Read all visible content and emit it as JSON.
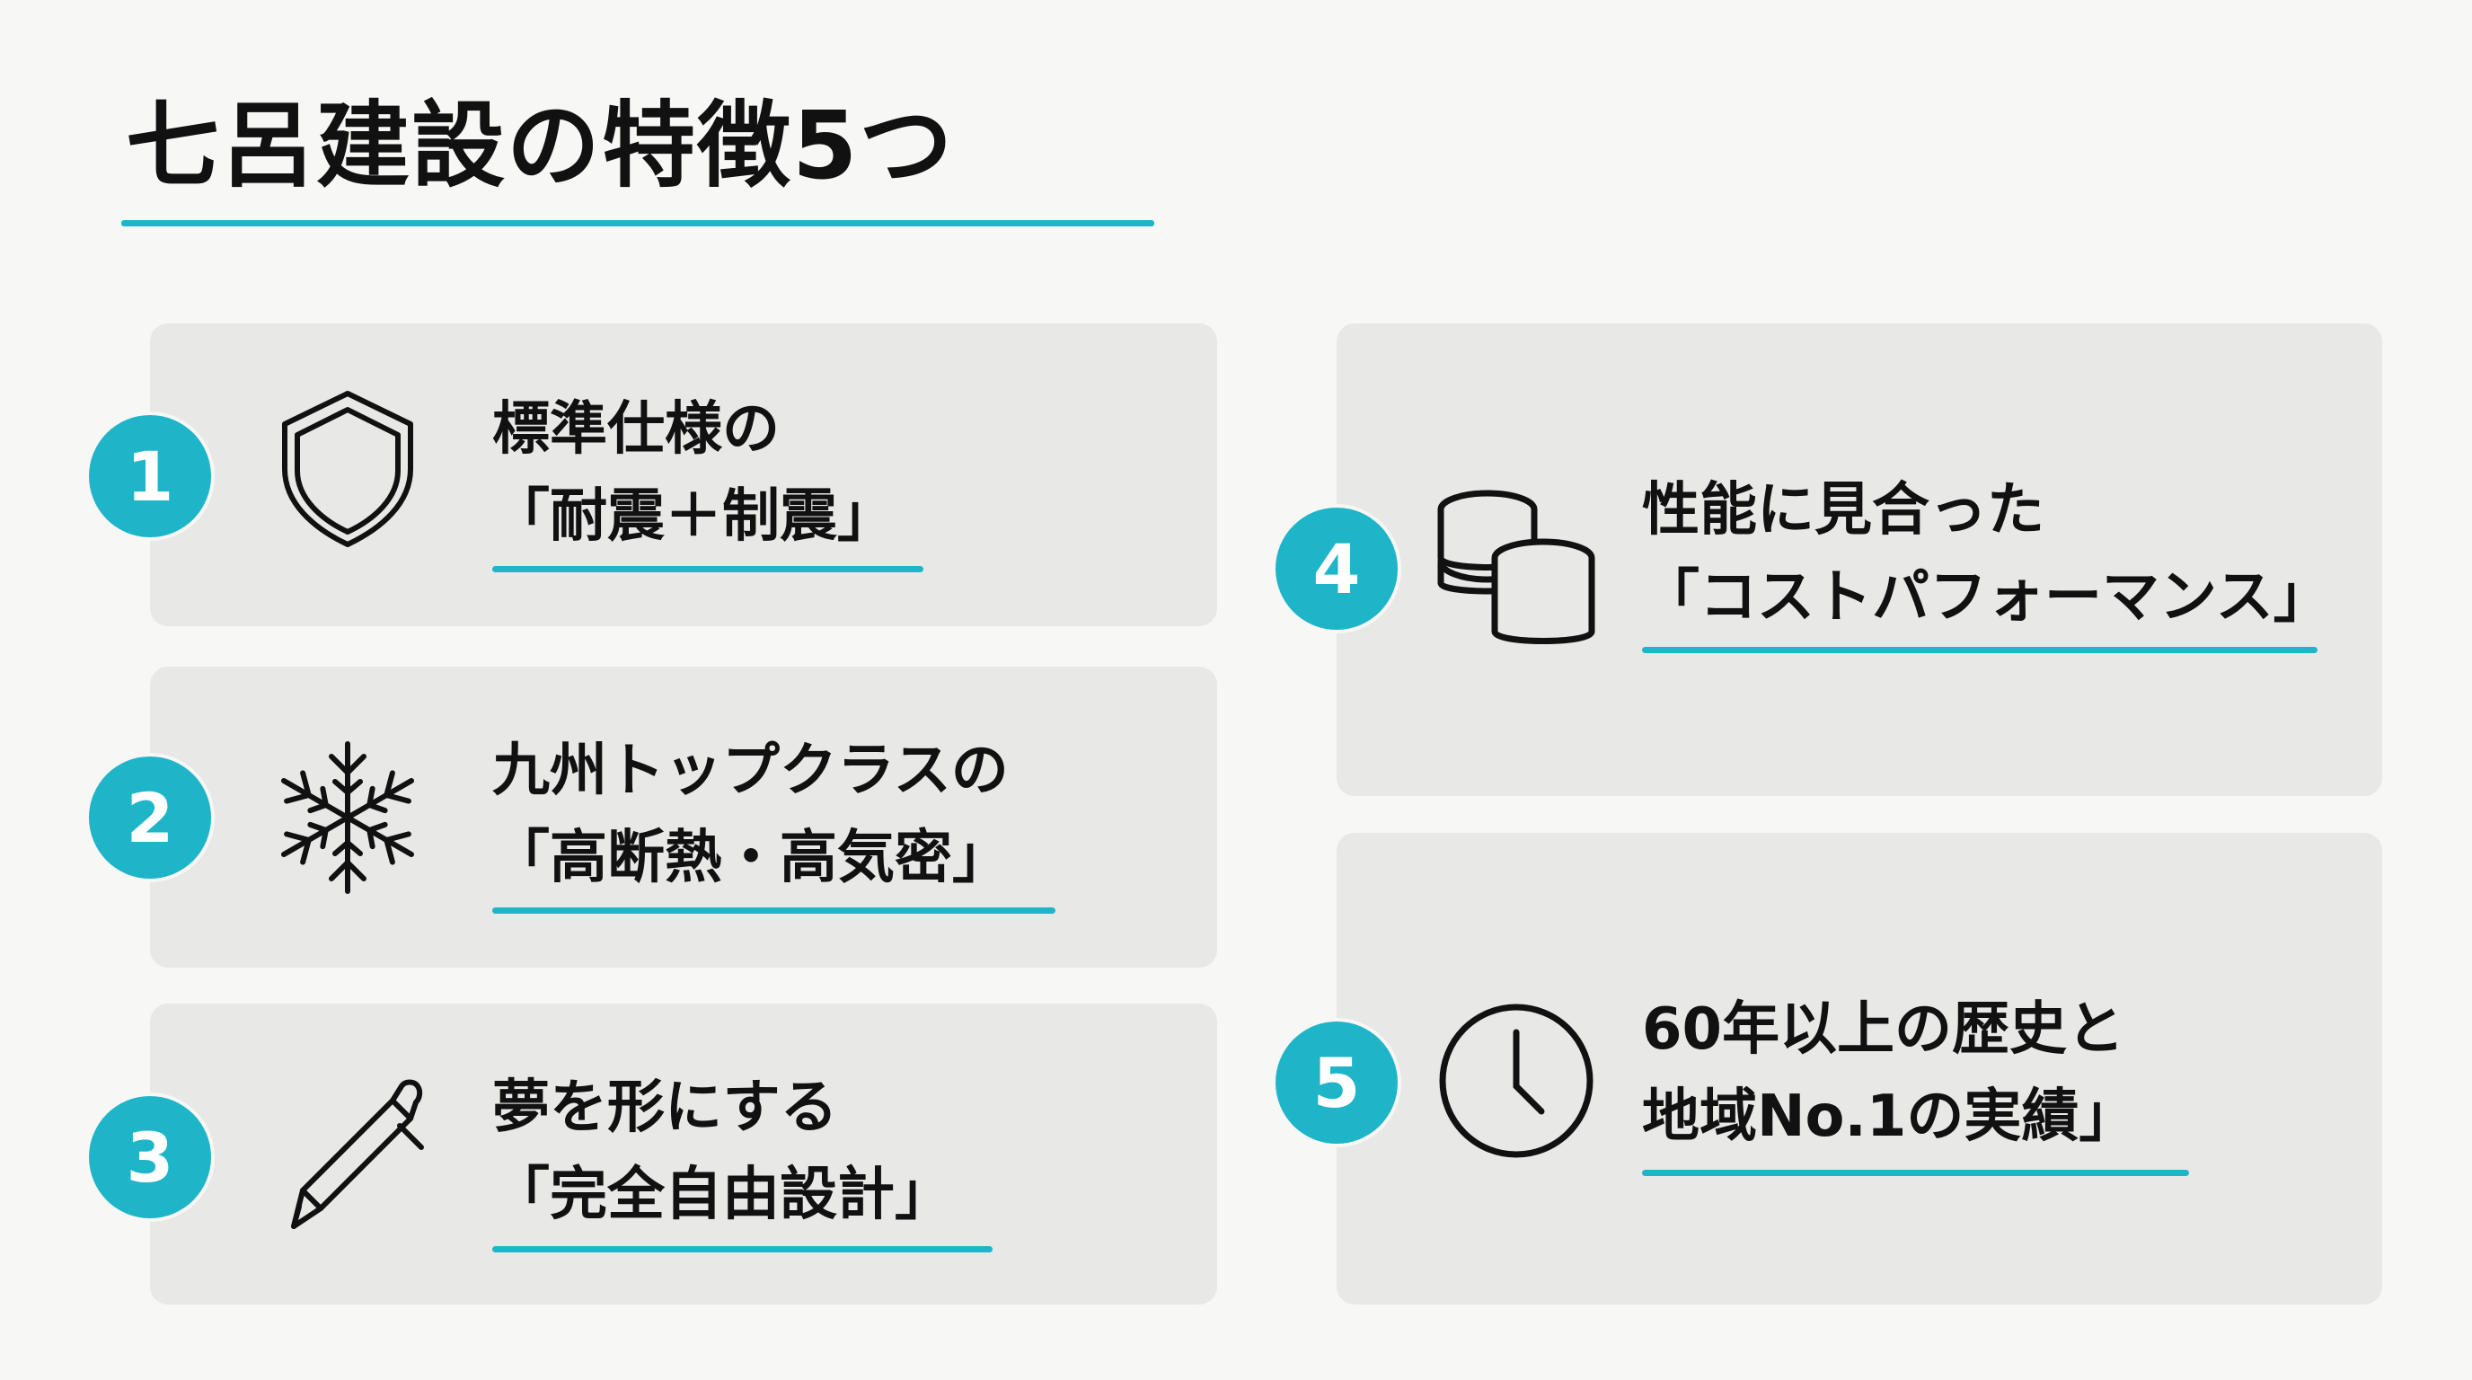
{
  "title": "七呂建設の特徴5つ",
  "accent_color": "#1fb5c9",
  "features": [
    {
      "number": "1",
      "icon": "shield-icon",
      "line1": "標準仕様の",
      "line2": "「耐震＋制震」"
    },
    {
      "number": "2",
      "icon": "snowflake-icon",
      "line1": "九州トップクラスの",
      "line2": "「高断熱・高気密」"
    },
    {
      "number": "3",
      "icon": "pen-icon",
      "line1": "夢を形にする",
      "line2": "「完全自由設計」"
    },
    {
      "number": "4",
      "icon": "coins-icon",
      "line1": "性能に見合った",
      "line2": "「コストパフォーマンス」"
    },
    {
      "number": "5",
      "icon": "clock-icon",
      "line1": "60年以上の歴史と",
      "line2": "地域No.1の実績」"
    }
  ]
}
